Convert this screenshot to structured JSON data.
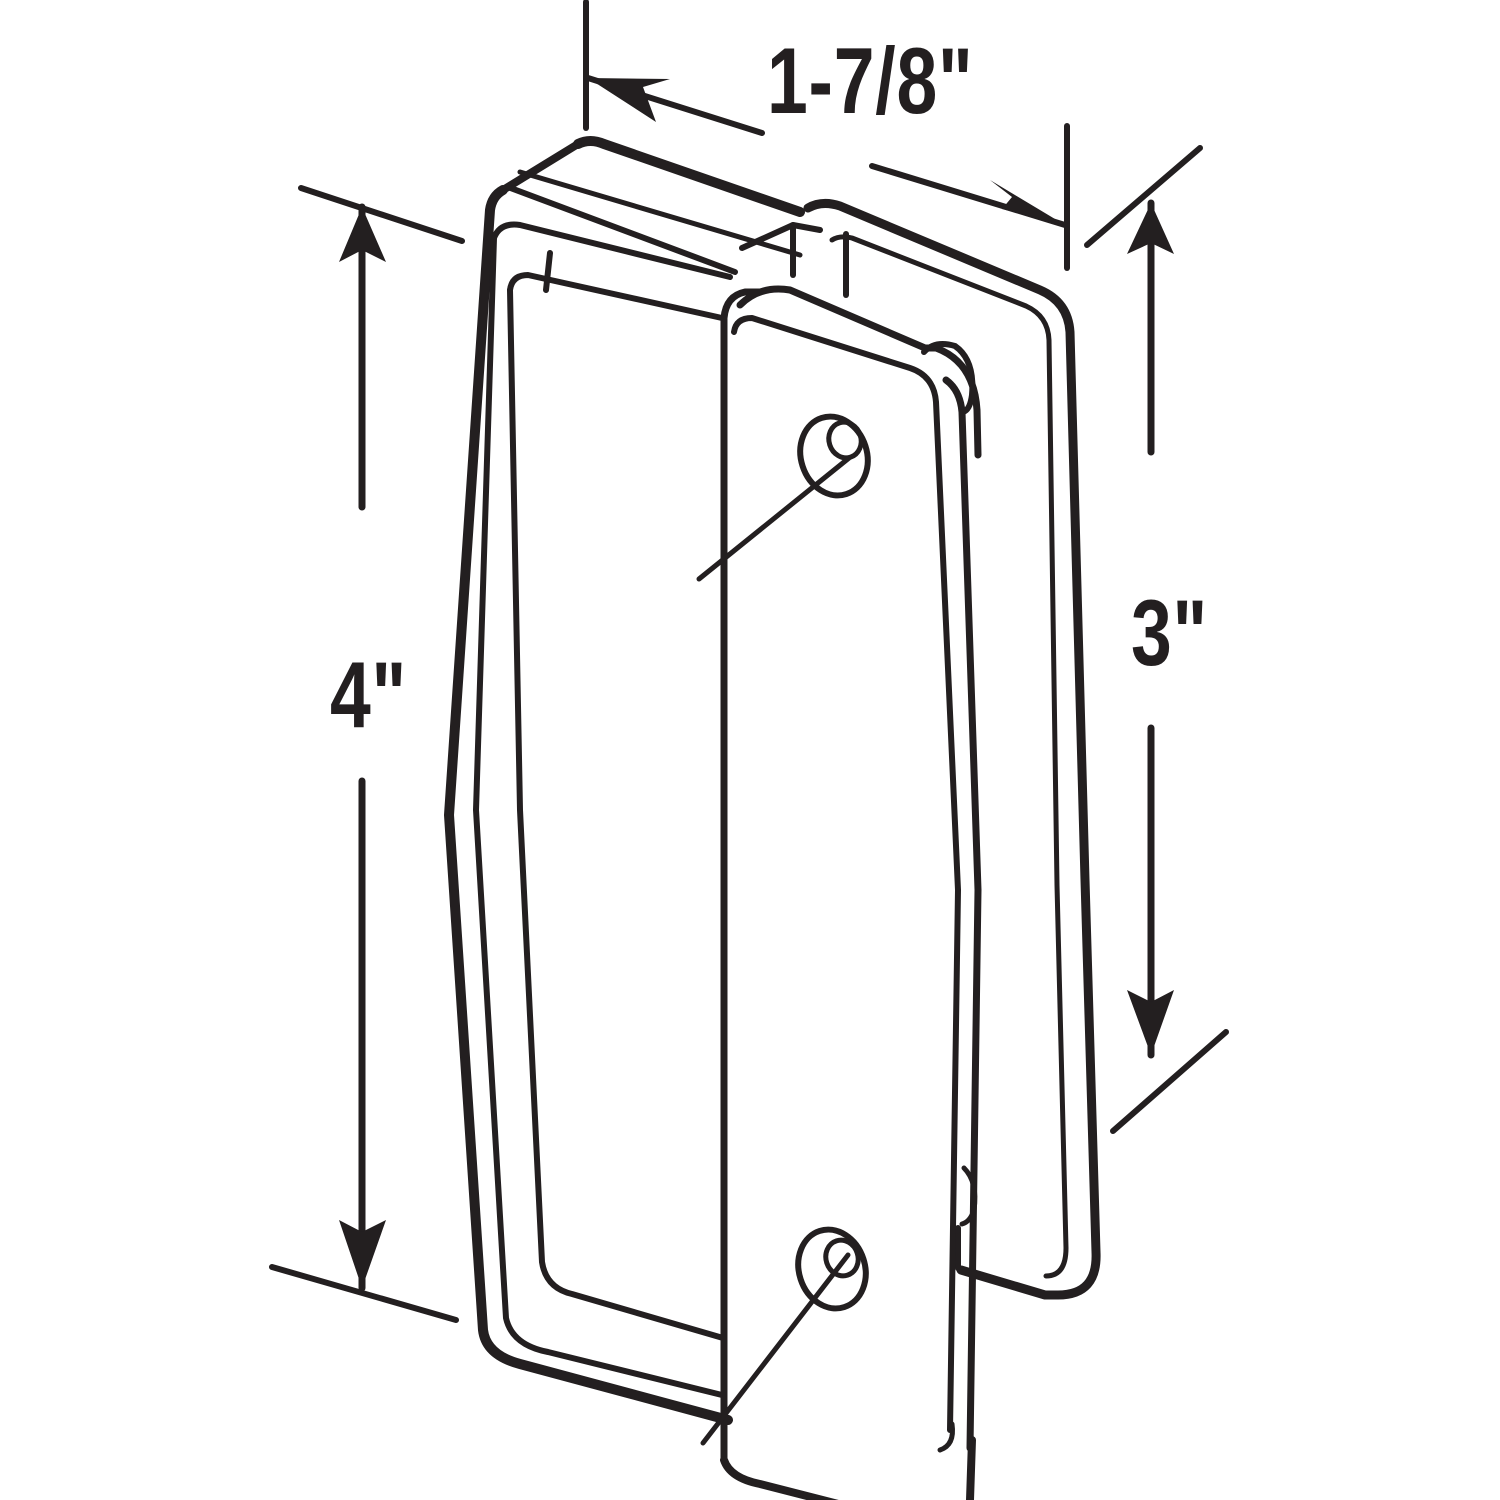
{
  "diagram": {
    "subject": "sliding door pull handle",
    "line_color": "#231f20",
    "background": "#ffffff",
    "dimensions": {
      "width": "1-7/8\"",
      "height": "4\"",
      "depth": "3\""
    }
  }
}
